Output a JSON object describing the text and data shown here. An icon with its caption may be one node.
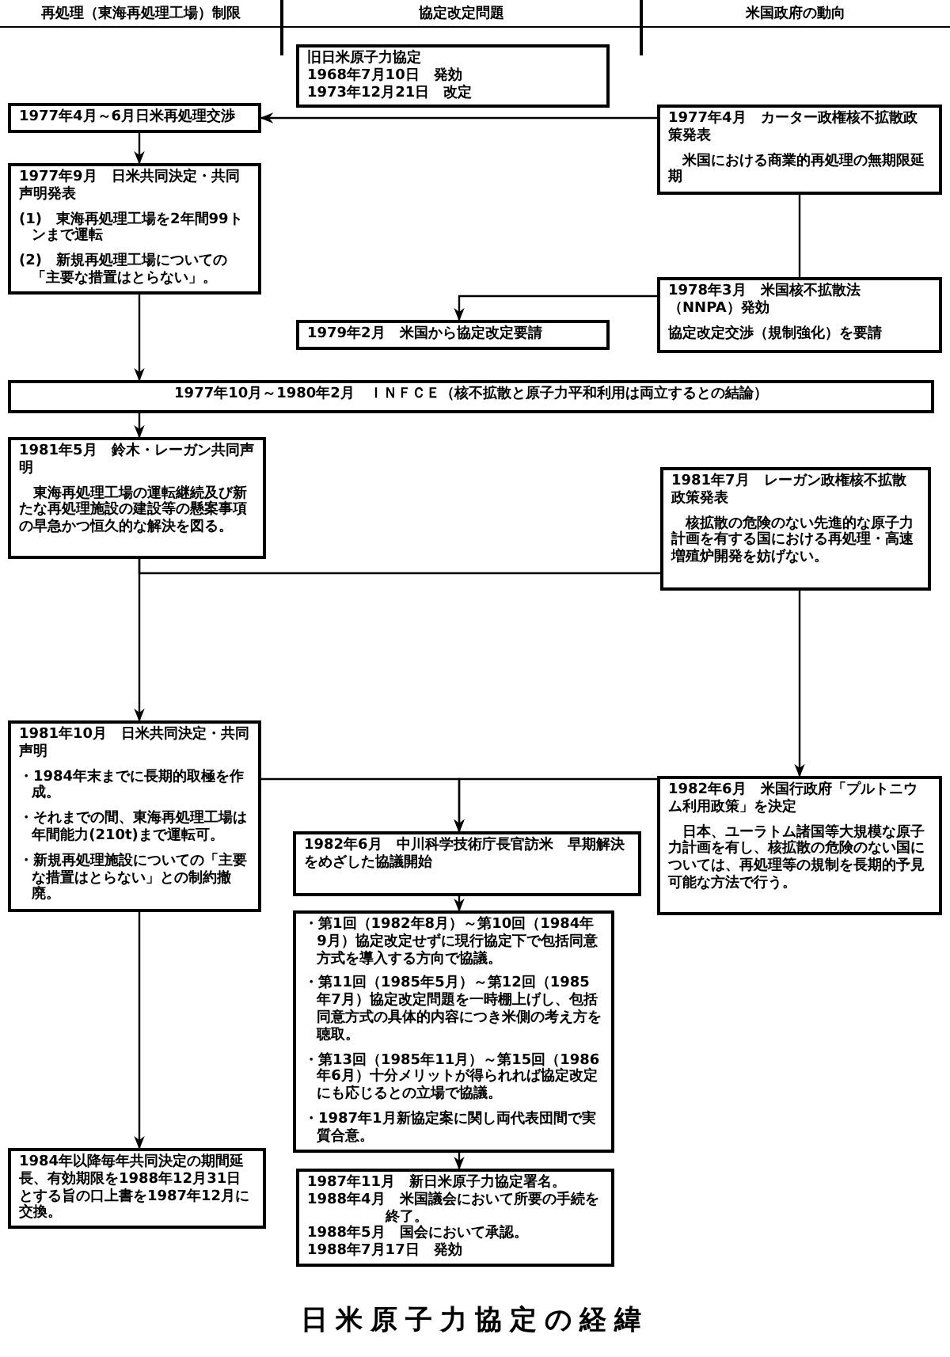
{
  "diagram": {
    "title": "日米原子力協定の経緯",
    "nodes": [
      {
        "text": [
          "旧日米原子力協定",
          "1968年7月10日　発効",
          "1973年12月21日　改定"
        ]
      },
      {
        "text": [
          "1977年4月～6月日米再処理交渉"
        ]
      },
      {
        "text": [
          "1977年9月　日米共同決定・共同声明発表",
          "(1)　東海再処理工場を2年間99トンまで運転",
          "(2)　新規再処理工場についての「主要な措置はとらない」。"
        ]
      },
      {
        "text": [
          "1977年4月　カーター政権核不拡散政策発表",
          "米国における商業的再処理の無期限延期"
        ]
      },
      {
        "text": [
          "1978年3月　米国核不拡散法（NNPA）発効",
          "協定改定交渉（規制強化）を要請"
        ]
      },
      {
        "text": [
          "1979年2月　米国から協定改定要請"
        ]
      },
      {
        "text": [
          "1977年10月～1980年2月　ＩＮＦＣＥ（核不拡散と原子力平和利用は両立するとの結論）"
        ]
      },
      {
        "text": [
          "1981年5月　鈴木・レーガン共同声明",
          "東海再処理工場の運転継続及び新たな再処理施設の建設等の懸案事項の早急かつ恒久的な解決を図る。"
        ]
      },
      {
        "text": [
          "1981年7月　レーガン政権核不拡散政策発表",
          "核拡散の危険のない先進的な原子力計画を有する国における再処理・高速増殖炉開発を妨げない。"
        ]
      },
      {
        "text": [
          "1981年10月　日米共同決定・共同声明",
          "・1984年末までに長期的取極を作成。",
          "・それまでの間、東海再処理工場は年間能力(210t)まで運転可。",
          "・新規再処理施設についての「主要な措置はとらない」との制約撤廃。"
        ]
      },
      {
        "text": [
          "1982年6月　米国行政府「プルトニウム利用政策」を決定",
          "日本、ユーラトム諸国等大規模な原子力計画を有し、核拡散の危険のない国については、再処理等の規制を長期的予見可能な方法で行う。"
        ]
      },
      {
        "text": [
          "1982年6月　中川科学技術庁長官訪米　早期解決をめざした協議開始"
        ]
      },
      {
        "text": [
          "・第1回（1982年8月）～第10回（1984年9月）協定改定せずに現行協定下で包括同意方式を導入する方向で協議。",
          "・第11回（1985年5月）～第12回（1985年7月）協定改定問題を一時棚上げし、包括同意方式の具体的内容につき米側の考え方を聴取。",
          "・第13回（1985年11月）～第15回（1986年6月）十分メリットが得られれば協定改定にも応じるとの立場で協議。",
          "・1987年1月新協定案に関し両代表団間で実質合意。"
        ]
      },
      {
        "text": [
          "1984年以降毎年共同決定の期間延長、有効期限を1988年12月31日とする旨の口上書を1987年12月に交換。"
        ]
      },
      {
        "text": [
          "1987年11月　新日米原子力協定署名。",
          "1988年4月　米国議会において所要の手続を終了。",
          "1988年5月　国会において承認。",
          "1988年7月17日　発効"
        ]
      }
    ],
    "edges": [
      {
        "from": 3,
        "to": 1,
        "arrow": "to"
      },
      {
        "from": 1,
        "to": 2,
        "arrow": "to"
      },
      {
        "from": 2,
        "to": 6,
        "arrow": "to"
      },
      {
        "from": 3,
        "to": 4,
        "arrow": "none"
      },
      {
        "from": 4,
        "to": 5,
        "arrow": "to"
      },
      {
        "from": 6,
        "to": 7,
        "arrow": "to"
      },
      {
        "from": 7,
        "to": 9,
        "arrow": "to"
      },
      {
        "from": 7,
        "to": 8,
        "arrow": "none"
      },
      {
        "from": 8,
        "to": 10,
        "arrow": "to"
      },
      {
        "from": 9,
        "to": 11,
        "arrow": "to"
      },
      {
        "from": 10,
        "to": 11,
        "arrow": "to"
      },
      {
        "from": 11,
        "to": 12,
        "arrow": "to"
      },
      {
        "from": 9,
        "to": 13,
        "arrow": "to"
      },
      {
        "from": 12,
        "to": 14,
        "arrow": "to"
      }
    ],
    "labels": [
      "再処理（東海再処理工場）制限",
      "協定改定問題",
      "米国政府の動向"
    ]
  }
}
